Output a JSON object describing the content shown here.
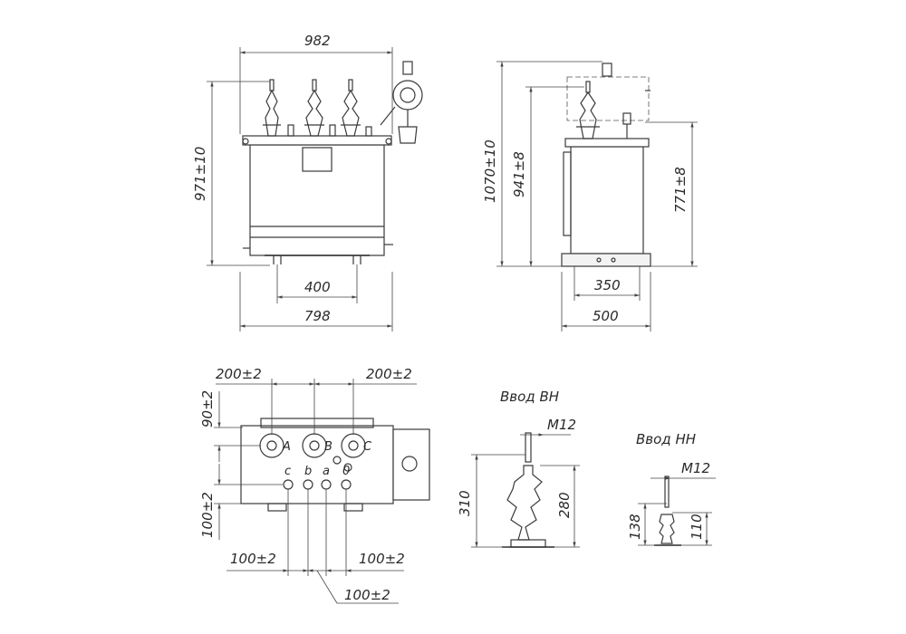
{
  "front_view": {
    "overall_width": "982",
    "overall_height": "971±10",
    "wheel_span": "400",
    "base_width": "798"
  },
  "side_view": {
    "overall_height": "1070±10",
    "height_to_top": "941±8",
    "height_to_cover": "771±8",
    "wheel_span": "350",
    "base_width": "500"
  },
  "top_view": {
    "spacing_left": "200±2",
    "spacing_right": "200±2",
    "hv_offset": "90±2",
    "lv_offset": "100±2",
    "lv_spacing_left": "100±2",
    "lv_spacing_right": "100±2",
    "lv_spacing_mid": "100±2",
    "hv_phase_labels": [
      "A",
      "B",
      "C"
    ],
    "lv_phase_labels": [
      "c",
      "b",
      "a",
      "0"
    ]
  },
  "hv_bushing": {
    "title": "Ввод ВН",
    "thread": "M12",
    "height_total": "310",
    "height_body": "280"
  },
  "lv_bushing": {
    "title": "Ввод НН",
    "thread": "M12",
    "height_total": "138",
    "height_body": "110"
  }
}
